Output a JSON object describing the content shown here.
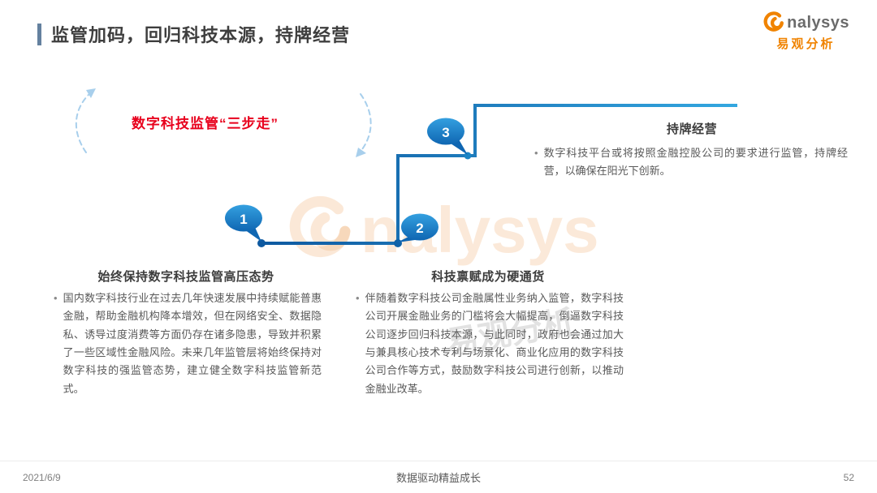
{
  "header": {
    "title": "监管加码，回归科技本源，持牌经营"
  },
  "logo": {
    "brand": "nalysys",
    "brand_cn": "易观分析"
  },
  "colors": {
    "accent_bar": "#64819f",
    "label_red": "#e8001c",
    "line_blue_dark": "#0e59a0",
    "line_blue_light": "#33a7e0",
    "bubble_blue": "#1e82d2",
    "brand_orange": "#f08300"
  },
  "diagram": {
    "label": "数字科技监管“三步走”",
    "bullet": "•",
    "steps": [
      {
        "num": "1",
        "title": "始终保持数字科技监管高压态势",
        "body": "国内数字科技行业在过去几年快速发展中持续赋能普惠金融，帮助金融机构降本增效，但在网络安全、数据隐私、诱导过度消费等方面仍存在诸多隐患，导致并积累了一些区域性金融风险。未来几年监管层将始终保持对数字科技的强监管态势，建立健全数字科技监管新范式。"
      },
      {
        "num": "2",
        "title": "科技禀赋成为硬通货",
        "body": "伴随着数字科技公司金融属性业务纳入监管，数字科技公司开展金融业务的门槛将会大幅提高，倒逼数字科技公司逐步回归科技本源，与此同时，政府也会通过加大与兼具核心技术专利与场景化、商业化应用的数字科技公司合作等方式，鼓励数字科技公司进行创新，以推动金融业改革。"
      },
      {
        "num": "3",
        "title": "持牌经营",
        "body": "数字科技平台或将按照金融控股公司的要求进行监管，持牌经营，以确保在阳光下创新。"
      }
    ]
  },
  "watermark": {
    "en": "nalysys",
    "cn": "易观分析"
  },
  "footer": {
    "date": "2021/6/9",
    "center": "数据驱动精益成长",
    "page": "52"
  }
}
